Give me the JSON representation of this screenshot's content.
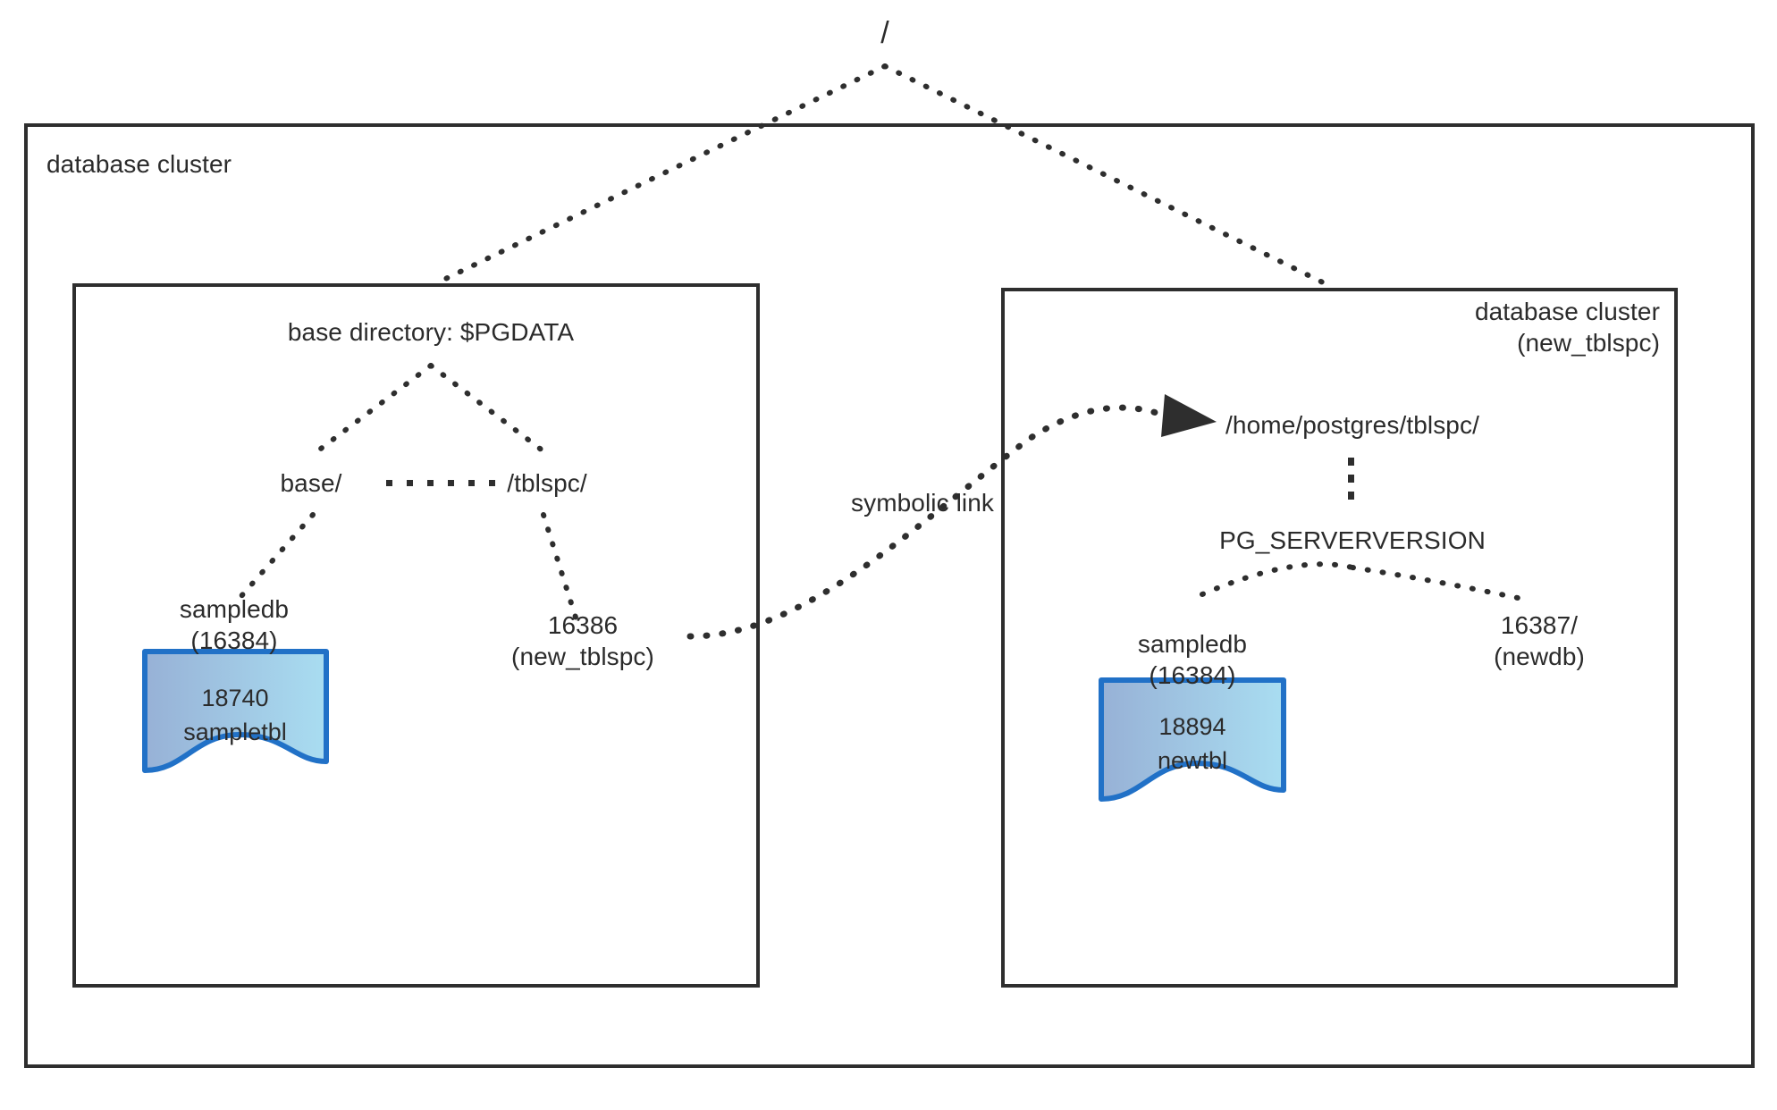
{
  "diagram": {
    "title": "PostgreSQL database cluster and tablespace directory layout",
    "root_label": "/",
    "outer_box_label": "database cluster",
    "symbolic_link_label": "symbolic link",
    "colors": {
      "line": "#2e2e2e",
      "text": "#2b2b2b",
      "table_border": "#2171c7",
      "table_fill_left": "#9cb4d8",
      "table_fill_right": "#a8dcf0"
    },
    "left_panel": {
      "title": "base directory: $PGDATA",
      "children": [
        {
          "label": "base/"
        },
        {
          "label": "/tblspc/"
        }
      ],
      "between_children_dots": "· · · · · ·",
      "base_child": {
        "name": "sampledb",
        "oid": "(16384)"
      },
      "tblspc_child": {
        "name": "16386",
        "oid": "(new_tblspc)"
      },
      "table": {
        "oid": "18740",
        "name": "sampletbl"
      }
    },
    "right_panel": {
      "title_line1": "database cluster",
      "title_line2": "(new_tblspc)",
      "path": "/home/postgres/tblspc/",
      "vertical_ellipsis": "⋮",
      "version_dir": "PG_SERVERVERSION",
      "children": [
        {
          "name": "sampledb",
          "oid": "(16384)"
        },
        {
          "name": "16387/",
          "oid": "(newdb)"
        }
      ],
      "table": {
        "oid": "18894",
        "name": "newtbl"
      }
    }
  }
}
